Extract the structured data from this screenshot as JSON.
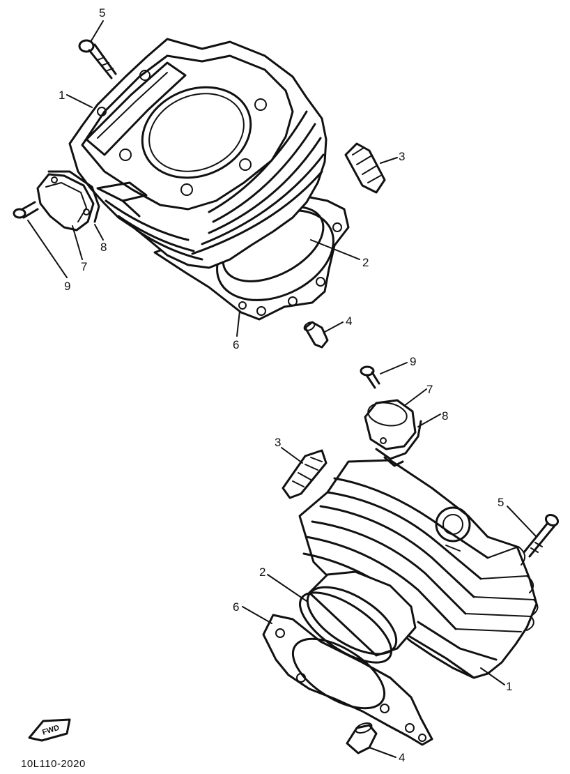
{
  "catalog_number": "10L110-2020",
  "forward_mark": "FWD",
  "callouts": {
    "top": [
      {
        "label": "5"
      },
      {
        "label": "1"
      },
      {
        "label": "3"
      },
      {
        "label": "2"
      },
      {
        "label": "8"
      },
      {
        "label": "7"
      },
      {
        "label": "9"
      },
      {
        "label": "4"
      },
      {
        "label": "6"
      }
    ],
    "bottom": [
      {
        "label": "9"
      },
      {
        "label": "7"
      },
      {
        "label": "8"
      },
      {
        "label": "3"
      },
      {
        "label": "5"
      },
      {
        "label": "2"
      },
      {
        "label": "6"
      },
      {
        "label": "1"
      },
      {
        "label": "4"
      }
    ]
  }
}
